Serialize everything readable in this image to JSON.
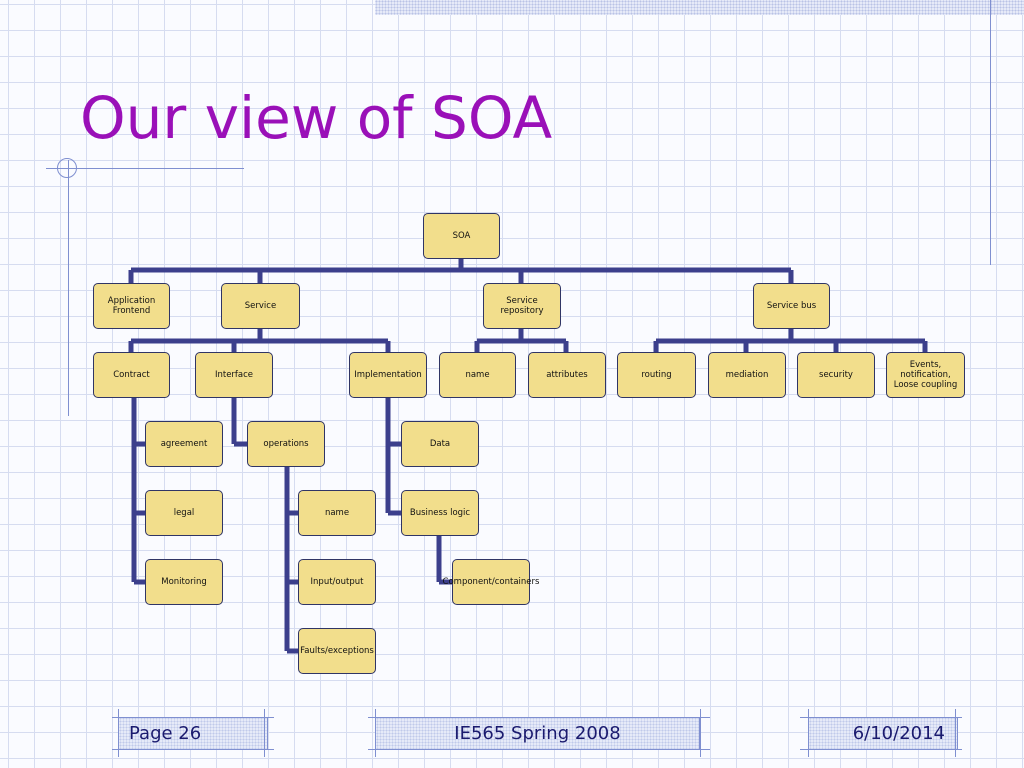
{
  "slide": {
    "title": "Our view of SOA"
  },
  "diagram": {
    "root": "SOA",
    "level1": {
      "app_frontend": "Application\nFrontend",
      "service": "Service",
      "service_repository": "Service\nrepository",
      "service_bus": "Service bus"
    },
    "service_children": {
      "contract": "Contract",
      "interface": "Interface",
      "implementation": "Implementation"
    },
    "repository_children": {
      "name": "name",
      "attributes": "attributes"
    },
    "bus_children": {
      "routing": "routing",
      "mediation": "mediation",
      "security": "security",
      "events": "Events, notification,\nLoose coupling"
    },
    "contract_children": {
      "agreement": "agreement",
      "legal": "legal",
      "monitoring": "Monitoring"
    },
    "interface_children": {
      "operations": "operations"
    },
    "operations_children": {
      "name": "name",
      "input_output": "Input/output",
      "faults": "Faults/exceptions"
    },
    "implementation_children": {
      "data": "Data",
      "business_logic": "Business logic"
    },
    "business_logic_children": {
      "component": "Component/containers"
    }
  },
  "footer": {
    "page": "Page 26",
    "course": "IE565 Spring 2008",
    "date": "6/10/2014"
  },
  "colors": {
    "title": "#9a10b8",
    "node_fill": "#f2de8c",
    "connector": "#3c3f8c"
  }
}
